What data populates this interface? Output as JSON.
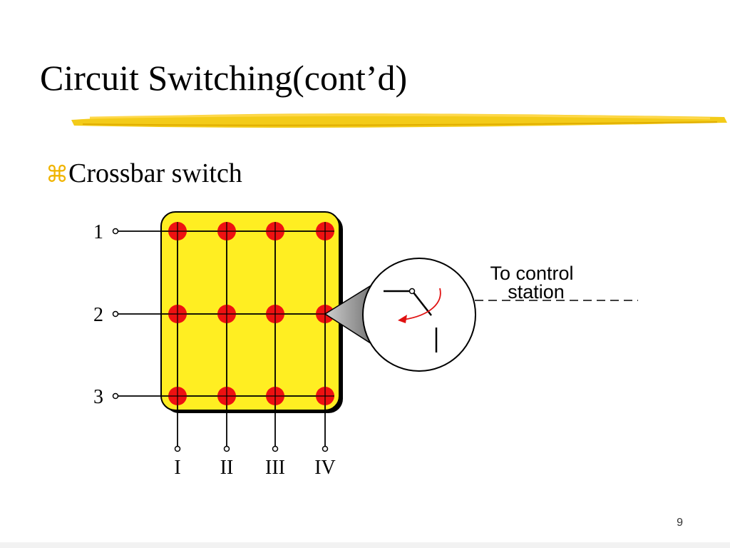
{
  "slide": {
    "title": "Circuit Switching(cont’d)",
    "bullet_mark": "⌘",
    "bullet_text": "Crossbar switch",
    "page_number": "9"
  },
  "diagram": {
    "input_labels": [
      "1",
      "2",
      "3"
    ],
    "output_labels": [
      "I",
      "II",
      "III",
      "IV"
    ],
    "callout_line1": "To control",
    "callout_line2": "station"
  },
  "colors": {
    "highlighter": "#f2c500",
    "switch_box": "#ffee22",
    "crosspoint": "#ee1111",
    "bullet": "#f0b400"
  }
}
